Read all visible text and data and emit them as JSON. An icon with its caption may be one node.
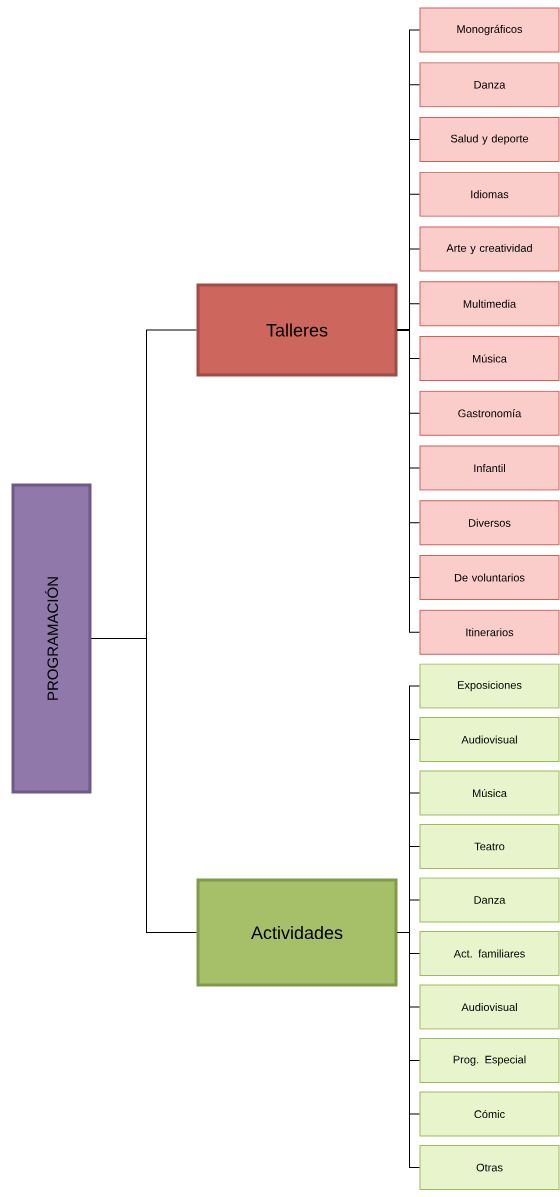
{
  "diagram": {
    "nodes": [
      {
        "text": [
          "PROGRAMACIÓN"
        ]
      },
      {
        "text": [
          "Talleres"
        ]
      },
      {
        "text": [
          "Actividades"
        ]
      },
      {
        "text": [
          "Monográficos"
        ]
      },
      {
        "text": [
          "Danza"
        ]
      },
      {
        "text": [
          "Salud y deporte"
        ]
      },
      {
        "text": [
          "Idiomas"
        ]
      },
      {
        "text": [
          "Arte y creatividad"
        ]
      },
      {
        "text": [
          "Multimedia"
        ]
      },
      {
        "text": [
          "Música"
        ]
      },
      {
        "text": [
          "Gastronomía"
        ]
      },
      {
        "text": [
          "Infantil"
        ]
      },
      {
        "text": [
          "Diversos"
        ]
      },
      {
        "text": [
          "De voluntarios"
        ]
      },
      {
        "text": [
          "Itinerarios"
        ]
      },
      {
        "text": [
          "Exposiciones"
        ]
      },
      {
        "text": [
          "Audiovisual"
        ]
      },
      {
        "text": [
          "Música"
        ]
      },
      {
        "text": [
          "Teatro"
        ]
      },
      {
        "text": [
          "Danza"
        ]
      },
      {
        "text": [
          "Act. familiares"
        ]
      },
      {
        "text": [
          "Audiovisual"
        ]
      },
      {
        "text": [
          "Prog. Especial"
        ]
      },
      {
        "text": [
          "Cómic"
        ]
      },
      {
        "text": [
          "Otras"
        ]
      }
    ],
    "edges": [
      {
        "from": 0,
        "to": 1,
        "arrow": "none"
      },
      {
        "from": 0,
        "to": 2,
        "arrow": "none"
      },
      {
        "from": 1,
        "to": 3,
        "arrow": "none"
      },
      {
        "from": 1,
        "to": 4,
        "arrow": "none"
      },
      {
        "from": 1,
        "to": 5,
        "arrow": "none"
      },
      {
        "from": 1,
        "to": 6,
        "arrow": "none"
      },
      {
        "from": 1,
        "to": 7,
        "arrow": "none"
      },
      {
        "from": 1,
        "to": 8,
        "arrow": "none"
      },
      {
        "from": 1,
        "to": 9,
        "arrow": "none"
      },
      {
        "from": 1,
        "to": 10,
        "arrow": "none"
      },
      {
        "from": 1,
        "to": 11,
        "arrow": "none"
      },
      {
        "from": 1,
        "to": 12,
        "arrow": "none"
      },
      {
        "from": 1,
        "to": 13,
        "arrow": "none"
      },
      {
        "from": 1,
        "to": 14,
        "arrow": "none"
      },
      {
        "from": 2,
        "to": 15,
        "arrow": "none"
      },
      {
        "from": 2,
        "to": 16,
        "arrow": "none"
      },
      {
        "from": 2,
        "to": 17,
        "arrow": "none"
      },
      {
        "from": 2,
        "to": 18,
        "arrow": "none"
      },
      {
        "from": 2,
        "to": 19,
        "arrow": "none"
      },
      {
        "from": 2,
        "to": 20,
        "arrow": "none"
      },
      {
        "from": 2,
        "to": 21,
        "arrow": "none"
      },
      {
        "from": 2,
        "to": 22,
        "arrow": "none"
      },
      {
        "from": 2,
        "to": 23,
        "arrow": "none"
      },
      {
        "from": 2,
        "to": 24,
        "arrow": "none"
      }
    ]
  }
}
